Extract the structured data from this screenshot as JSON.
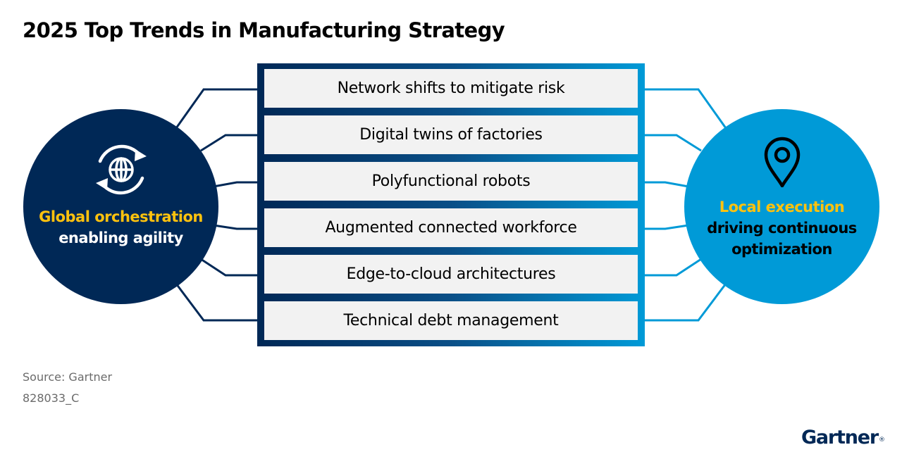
{
  "title": "2025 Top Trends in Manufacturing Strategy",
  "left_circle": {
    "icon": "globe-rotate-icon",
    "accent_text": "Global orchestration",
    "plain_text": "enabling agility",
    "color": "#002856",
    "accent_color": "#ffc20e"
  },
  "right_circle": {
    "icon": "location-pin-icon",
    "accent_text": "Local execution",
    "plain_text_line1": "driving continuous",
    "plain_text_line2": "optimization",
    "color": "#009ad7",
    "accent_color": "#ffc20e"
  },
  "trends": [
    "Network shifts to mitigate risk",
    "Digital twins of factories",
    "Polyfunctional robots",
    "Augmented connected workforce",
    "Edge-to-cloud architectures",
    "Technical debt management"
  ],
  "source": "Source: Gartner",
  "code": "828033_C",
  "logo": {
    "text": "Gartner",
    "mark": "®"
  },
  "colors": {
    "navy": "#002856",
    "blue": "#009ad7",
    "yellow": "#ffc20e",
    "box_fill": "#f2f2f2"
  }
}
